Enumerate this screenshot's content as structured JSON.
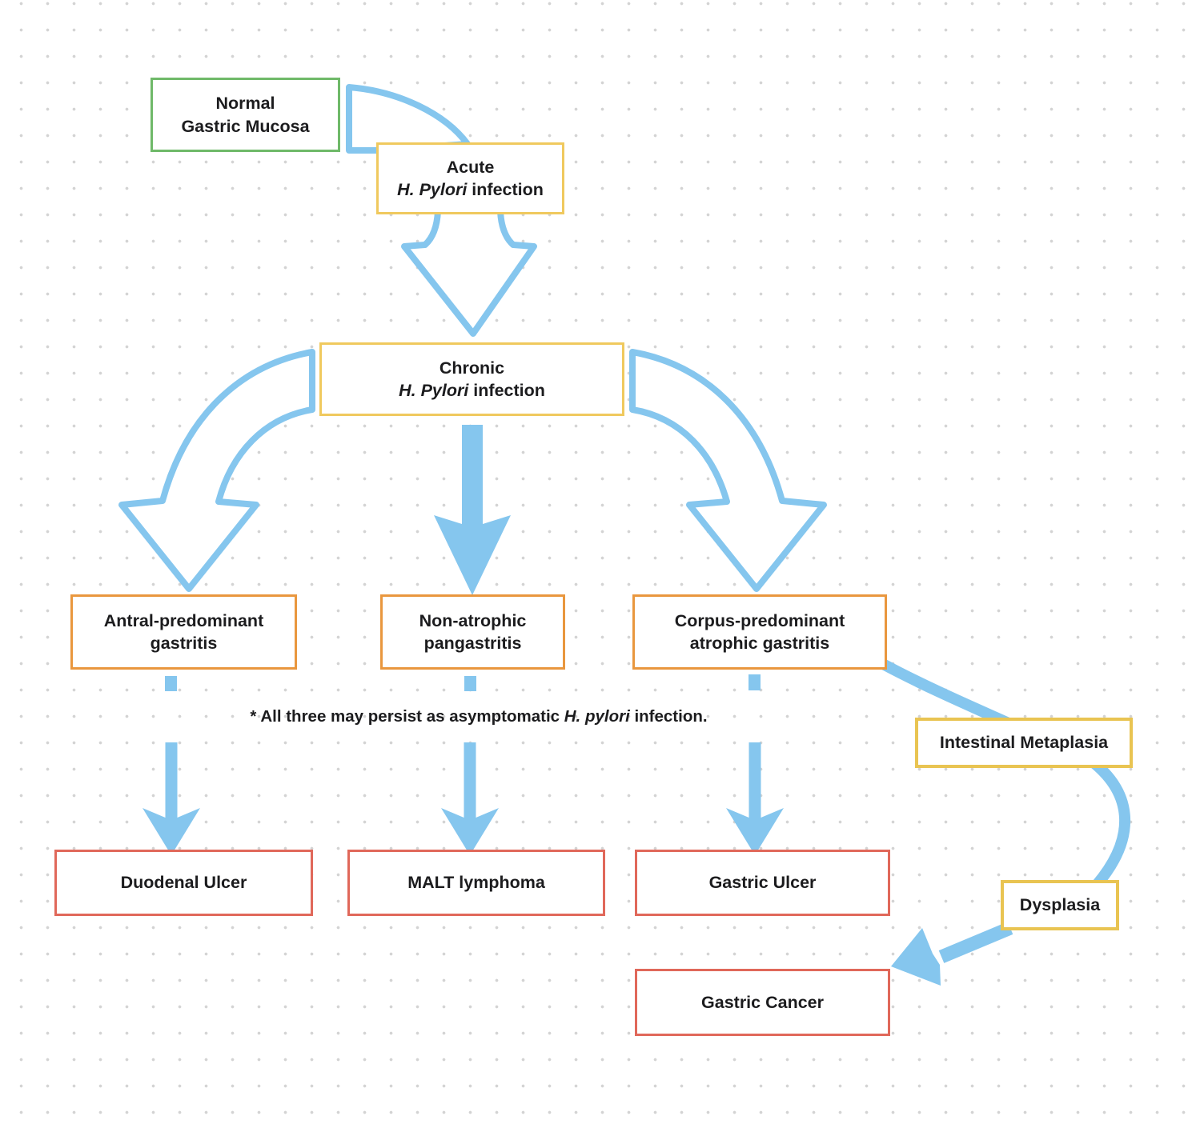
{
  "diagram": {
    "title_note": {
      "pre": "* All three may persist as asymptomatic ",
      "italic": "H. pylori",
      "post": " infection."
    },
    "nodes": {
      "normal": {
        "line1": "Normal",
        "line2": "Gastric Mucosa"
      },
      "acute": {
        "line1": "Acute",
        "line2_italic": "H. Pylori",
        "line2_rest": " infection"
      },
      "chronic": {
        "line1": "Chronic",
        "line2_italic": "H. Pylori",
        "line2_rest": " infection"
      },
      "antral": {
        "line1": "Antral-predominant",
        "line2": "gastritis"
      },
      "nonatrophic": {
        "line1": "Non-atrophic",
        "line2": "pangastritis"
      },
      "corpus": {
        "line1": "Corpus-predominant",
        "line2": "atrophic gastritis"
      },
      "intestinal_metaplasia": {
        "label": "Intestinal Metaplasia"
      },
      "duodenal_ulcer": {
        "label": "Duodenal Ulcer"
      },
      "malt_lymphoma": {
        "label": "MALT lymphoma"
      },
      "gastric_ulcer": {
        "label": "Gastric Ulcer"
      },
      "dysplasia": {
        "label": "Dysplasia"
      },
      "gastric_cancer": {
        "label": "Gastric Cancer"
      }
    },
    "colors": {
      "normal_box_border": "#6fb969",
      "infection_box_border": "#f0c95e",
      "precursor_box_border": "#e9c452",
      "gastritis_box_border": "#e9973e",
      "outcome_box_border": "#e0685a",
      "arrow_blue": "#85c6ee",
      "dot_grid": "#d3d3d3",
      "text": "#1c1c1e"
    }
  }
}
